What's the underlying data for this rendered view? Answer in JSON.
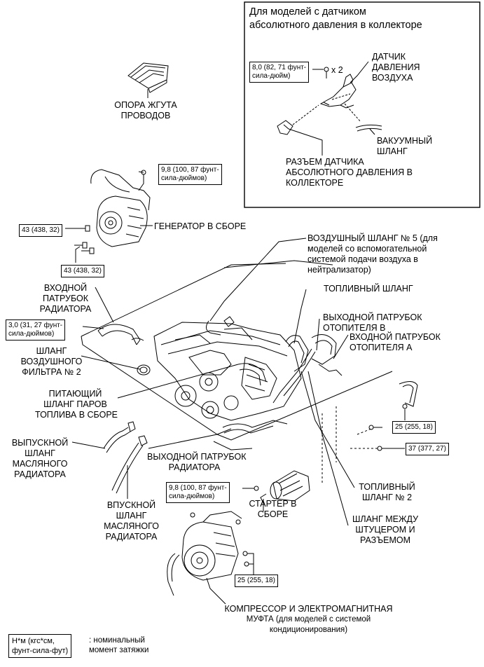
{
  "inset": {
    "title_line1": "Для моделей с датчиком",
    "title_line2": "абсолютного давления в коллекторе",
    "torque_line1": "8,0 (82, 71 фунт-",
    "torque_line2": "сила-дюйм)",
    "multiplier": "x 2",
    "sensor_label": [
      "ДАТЧИК",
      "ДАВЛЕНИЯ",
      "ВОЗДУХА"
    ],
    "vacuum_hose": [
      "ВАКУУМНЫЙ",
      "ШЛАНГ"
    ],
    "map_connector": [
      "РАЗЪЕМ ДАТЧИКА",
      "АБСОЛЮТНОГО ДАВЛЕНИЯ В",
      "КОЛЛЕКТОРЕ"
    ]
  },
  "labels": {
    "harness_support": [
      "ОПОРА ЖГУТА",
      "ПРОВОДОВ"
    ],
    "generator": "ГЕНЕРАТОР В СБОРЕ",
    "air_hose5": [
      "ВОЗДУШНЫЙ ШЛАНГ № 5 (для",
      "моделей со вспомогательной",
      "системой подачи воздуха в",
      "нейтрализатор)"
    ],
    "radiator_inlet": [
      "ВХОДНОЙ",
      "ПАТРУБОК",
      "РАДИАТОРА"
    ],
    "fuel_hose": "ТОПЛИВНЫЙ ШЛАНГ",
    "heater_outlet": [
      "ВЫХОДНОЙ ПАТРУБОК",
      "ОТОПИТЕЛЯ В"
    ],
    "heater_inlet": [
      "ВХОДНОЙ ПАТРУБОК",
      "ОТОПИТЕЛЯ А"
    ],
    "air_filter_hose": [
      "ШЛАНГ",
      "ВОЗДУШНОГО",
      "ФИЛЬТРА № 2"
    ],
    "vapor_hose": [
      "ПИТАЮЩИЙ",
      "ШЛАНГ ПАРОВ",
      "ТОПЛИВА В СБОРЕ"
    ],
    "oil_cooler_outlet": [
      "ВЫПУСКНОЙ",
      "ШЛАНГ",
      "МАСЛЯНОГО",
      "РАДИАТОРА"
    ],
    "radiator_outlet": [
      "ВЫХОДНОЙ ПАТРУБОК",
      "РАДИАТОРА"
    ],
    "oil_cooler_inlet": [
      "ВПУСКНОЙ",
      "ШЛАНГ",
      "МАСЛЯНОГО",
      "РАДИАТОРА"
    ],
    "fuel_hose2": [
      "ТОПЛИВНЫЙ",
      "ШЛАНГ № 2"
    ],
    "starter": [
      "СТАРТЕР В",
      "СБОРЕ"
    ],
    "union_hose": [
      "ШЛАНГ МЕЖДУ",
      "ШТУЦЕРОМ И",
      "РАЗЪЕМОМ"
    ],
    "compressor": [
      "КОМПРЕССОР И ЭЛЕКТРОМАГНИТНАЯ",
      "МУФТА (для моделей с системой",
      "кондиционирования)"
    ]
  },
  "torques": {
    "t98_top": [
      "9,8 (100, 87 фунт-",
      "сила-дюймов)"
    ],
    "t43_a": "43 (438, 32)",
    "t43_b": "43 (438, 32)",
    "t30": [
      "3,0 (31, 27 фунт-",
      "сила-дюймов)"
    ],
    "t25_right": "25 (255, 18)",
    "t37": "37 (377, 27)",
    "t98_bottom": [
      "9,8 (100, 87 фунт-",
      "сила-дюймов)"
    ],
    "t25_bottom": "25 (255, 18)"
  },
  "legend": {
    "box": [
      "Н*м (кгс*см,",
      "фунт-сила-фут)"
    ],
    "text": [
      ": номинальный",
      "момент затяжки"
    ]
  }
}
